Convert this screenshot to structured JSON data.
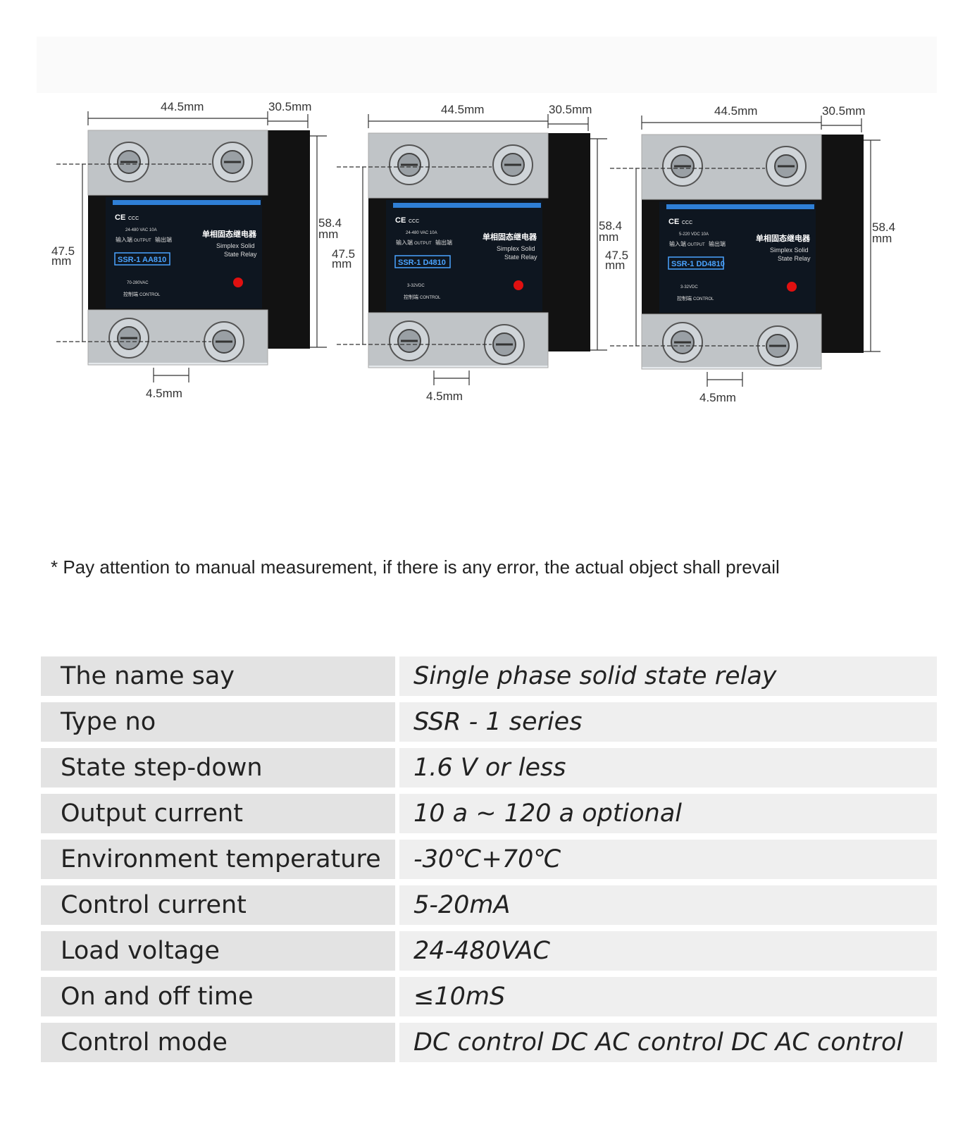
{
  "relays": [
    {
      "model": "SSR-1 AA810",
      "chinese_title": "单相固态继电器",
      "title_line1": "Simplex Solid",
      "title_line2": "State Relay",
      "input_spec": "24-480 VAC 10A",
      "control_spec": "70-280VAC",
      "input_label": "输入端",
      "output_label": "OUTPUT",
      "output_cn": "输出端",
      "control_cn": "控制端",
      "control_label": "CONTROL",
      "cert1": "CE",
      "cert2": "CCC",
      "dim_width": "44.5mm",
      "dim_depth": "30.5mm",
      "dim_height_outer": "58.4\nmm",
      "dim_height_inner": "47.5\nmm",
      "dim_terminal": "4.5mm"
    },
    {
      "model": "SSR-1 D4810",
      "chinese_title": "单相固态继电器",
      "title_line1": "Simplex Solid",
      "title_line2": "State Relay",
      "input_spec": "24-480 VAC 10A",
      "control_spec": "3-32VDC",
      "input_label": "输入端",
      "output_label": "OUTPUT",
      "output_cn": "输出端",
      "control_cn": "控制端",
      "control_label": "CONTROL",
      "cert1": "CE",
      "cert2": "CCC",
      "dim_width": "44.5mm",
      "dim_depth": "30.5mm",
      "dim_height_outer": "58.4\nmm",
      "dim_height_inner": "47.5\nmm",
      "dim_terminal": "4.5mm"
    },
    {
      "model": "SSR-1 DD4810",
      "chinese_title": "单相固态继电器",
      "title_line1": "Simplex Solid",
      "title_line2": "State Relay",
      "input_spec": "5-220 VDC 10A",
      "control_spec": "3-32VDC",
      "input_label": "输入端",
      "output_label": "OUTPUT",
      "output_cn": "输出端",
      "control_cn": "控制端",
      "control_label": "CONTROL",
      "cert1": "CE",
      "cert2": "CCC",
      "dim_width": "44.5mm",
      "dim_depth": "30.5mm",
      "dim_height_outer": "58.4\nmm",
      "dim_height_inner": "47.5\nmm",
      "dim_terminal": "4.5mm"
    }
  ],
  "note": "* Pay attention to manual measurement, if there is any error, the actual object shall prevail",
  "specs": [
    {
      "label": "The name say",
      "value": "Single phase solid state relay"
    },
    {
      "label": "Type no",
      "value": "SSR - 1 series"
    },
    {
      "label": "State step-down",
      "value": "1.6 V or less"
    },
    {
      "label": "Output current",
      "value": "10 a ~ 120 a optional"
    },
    {
      "label": "Environment temperature",
      "value": "-30℃+70℃"
    },
    {
      "label": "Control current",
      "value": "5-20mA"
    },
    {
      "label": "Load voltage",
      "value": "24-480VAC"
    },
    {
      "label": "On and off time",
      "value": "≤10mS"
    },
    {
      "label": "Control mode",
      "value": "DC control DC AC control DC AC control"
    }
  ],
  "colors": {
    "relay_body": "#121212",
    "label_panel": "#0e1620",
    "label_stripe": "#2f7fd6",
    "model_text": "#4aa3ff",
    "led": "#e01010",
    "cover": "#dfe4e8",
    "row_label_bg": "#e3e3e3",
    "row_value_bg": "#efefef"
  }
}
